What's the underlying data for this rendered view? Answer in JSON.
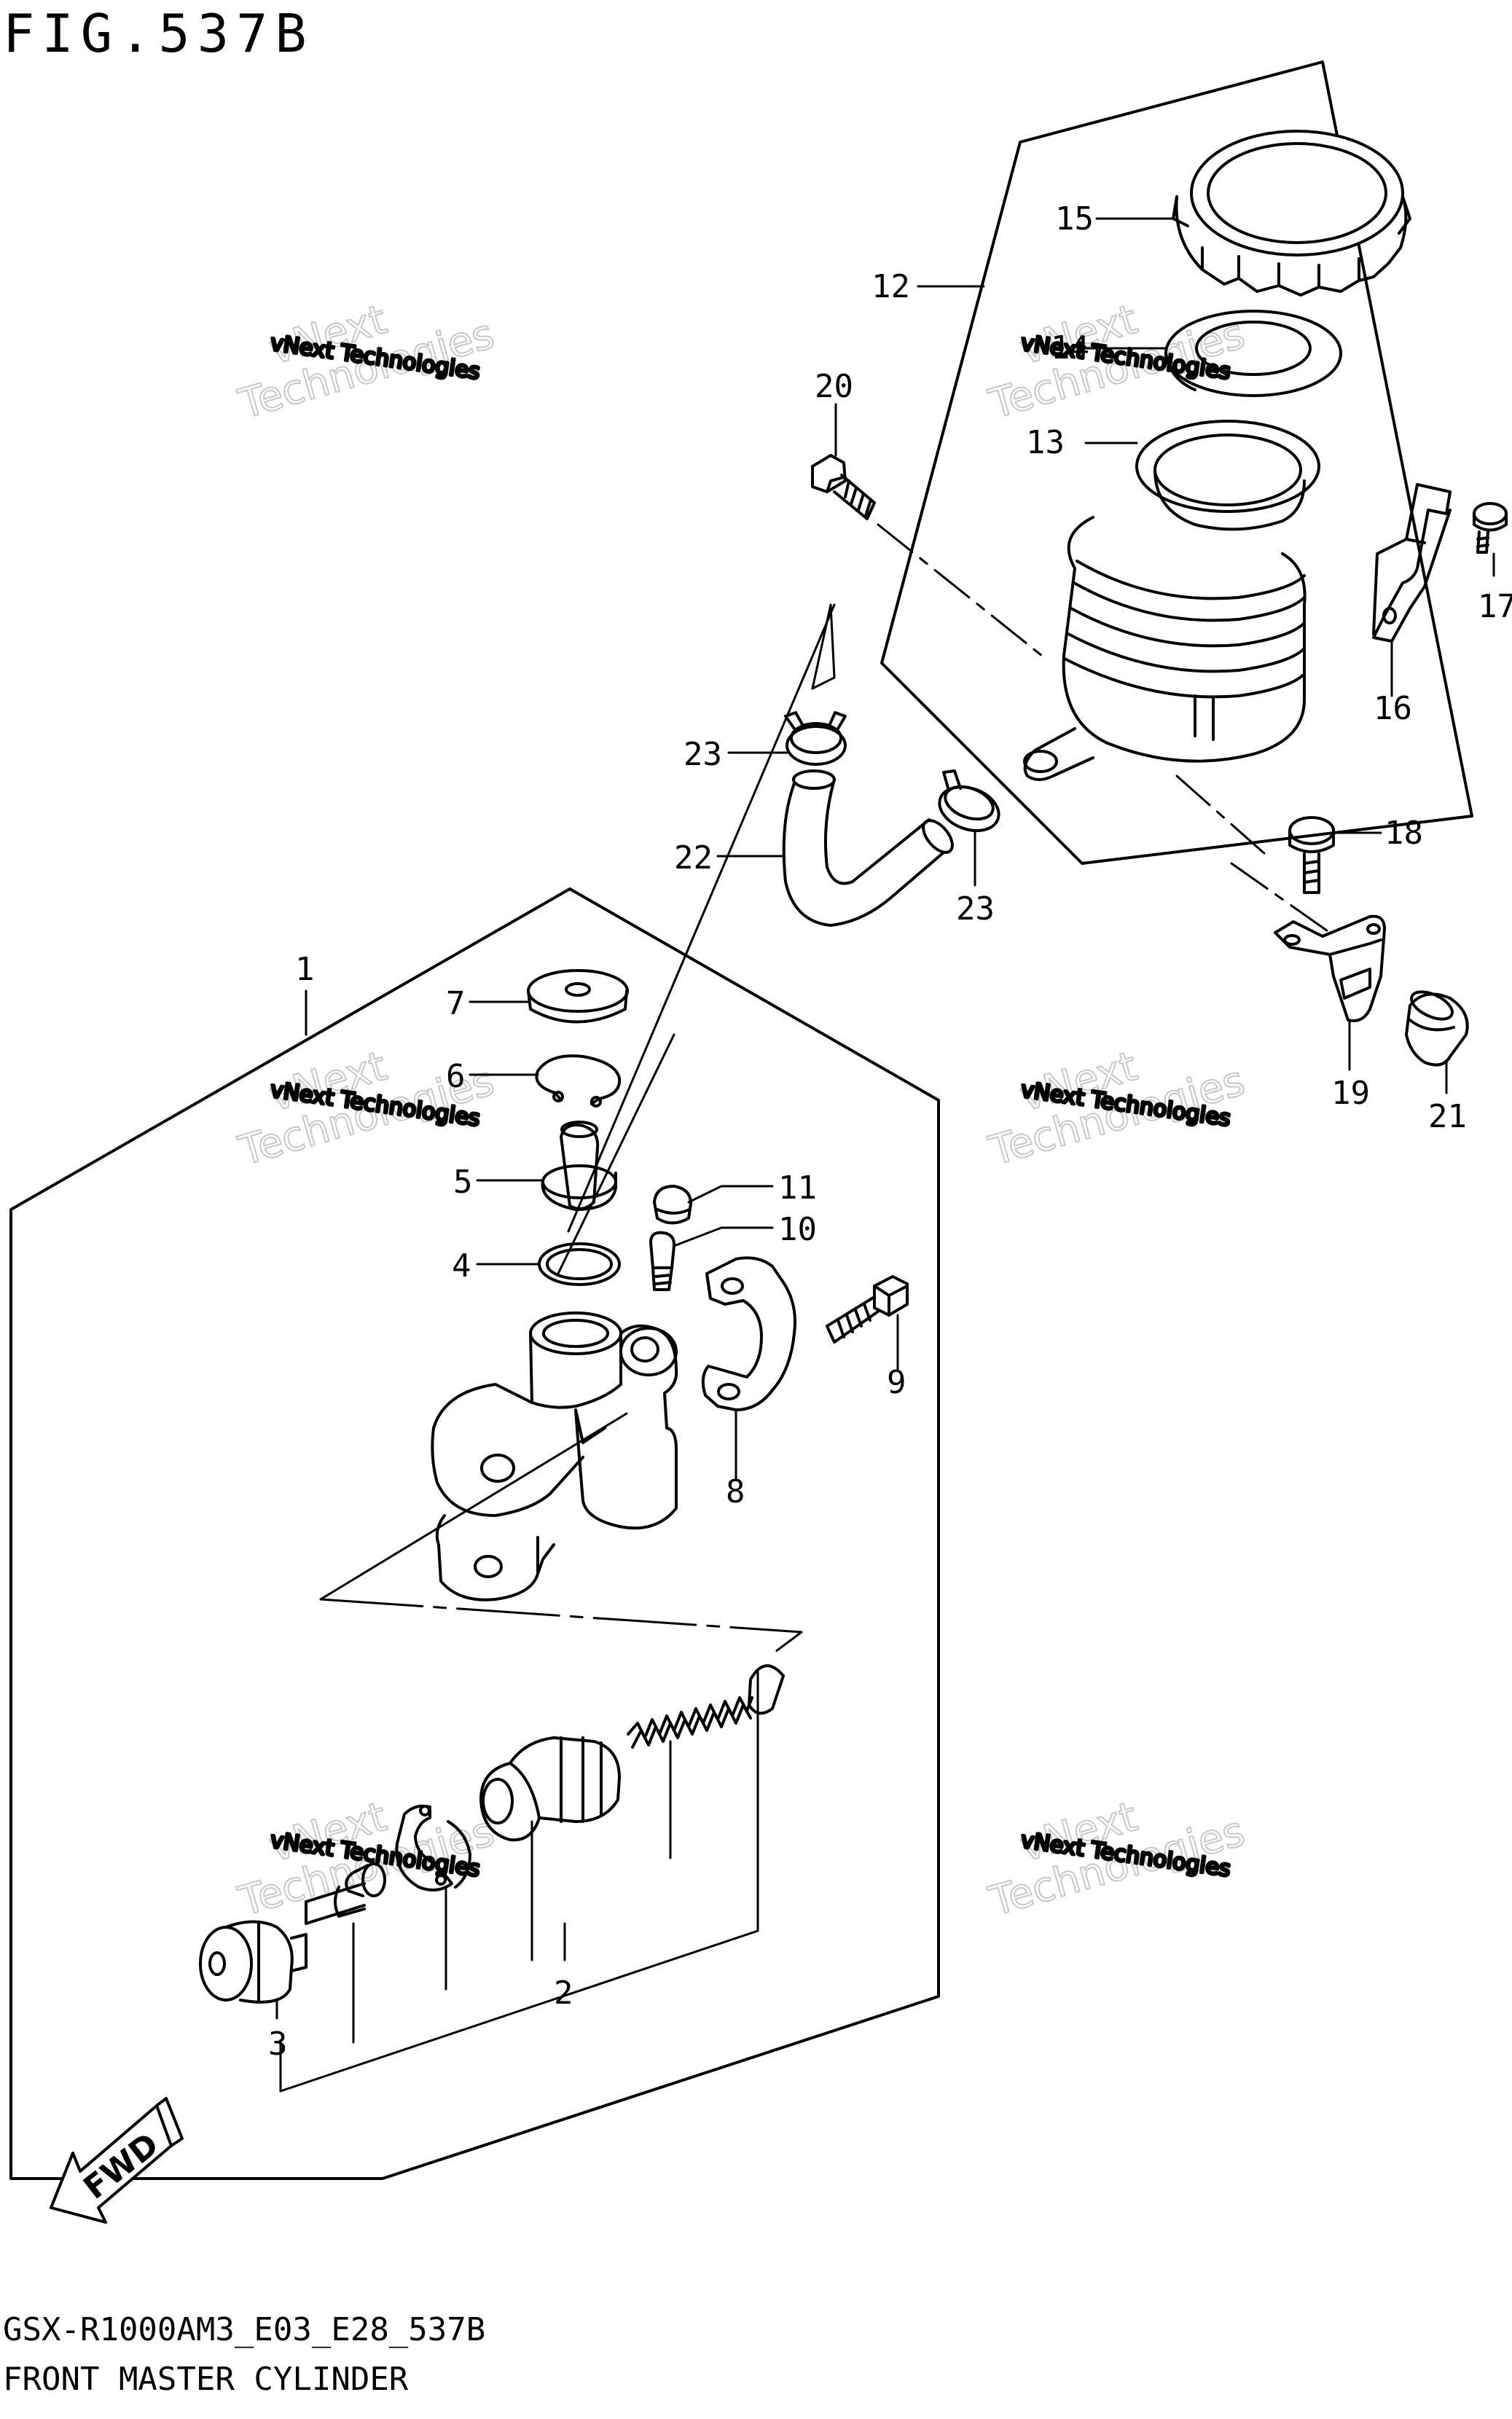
{
  "figure": {
    "title": "FIG.537B"
  },
  "footer": {
    "model_code": "GSX-R1000AM3_E03_E28_537B",
    "section_name": "FRONT MASTER CYLINDER"
  },
  "callouts": {
    "c1": "1",
    "c2": "2",
    "c3": "3",
    "c4": "4",
    "c5": "5",
    "c6": "6",
    "c7": "7",
    "c8": "8",
    "c9": "9",
    "c10": "10",
    "c11": "11",
    "c12": "12",
    "c13": "13",
    "c14": "14",
    "c15": "15",
    "c16": "16",
    "c17": "17",
    "c18": "18",
    "c19": "19",
    "c20": "20",
    "c21": "21",
    "c22": "22",
    "c23a": "23",
    "c23b": "23"
  },
  "watermark": {
    "small": "vNext Technologies",
    "big_top": "vNext",
    "big_bottom": "Technologies"
  },
  "direction": {
    "label": "FWD"
  }
}
